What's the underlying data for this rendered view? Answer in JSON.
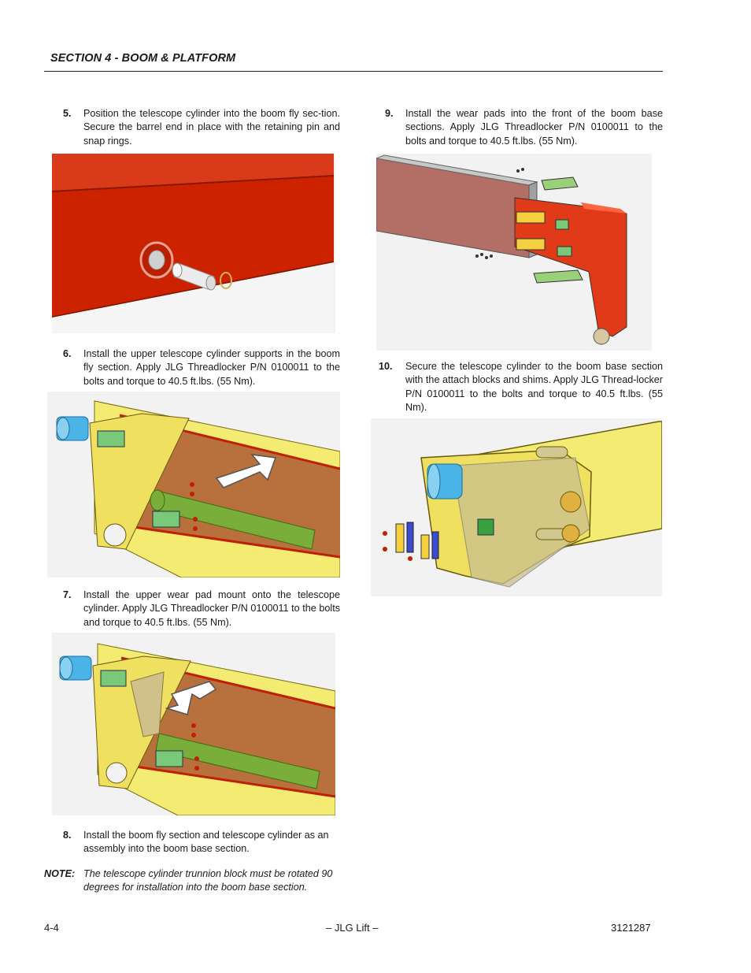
{
  "header": {
    "section": "SECTION 4 - BOOM & PLATFORM"
  },
  "steps": [
    {
      "num": "5.",
      "text": "Position the telescope cylinder into the boom fly sec-tion. Secure the barrel end in place with the retaining pin and snap rings."
    },
    {
      "num": "6.",
      "text": "Install the upper telescope cylinder supports in the boom fly section. Apply JLG Threadlocker P/N 0100011 to the bolts and torque to 40.5 ft.lbs. (55 Nm)."
    },
    {
      "num": "7.",
      "text": "Install the upper wear pad mount onto the telescope cylinder. Apply JLG Threadlocker P/N 0100011 to the bolts and torque to 40.5 ft.lbs. (55 Nm)."
    },
    {
      "num": "8.",
      "text": "Install the boom fly section and telescope cylinder as an assembly into the boom base section."
    },
    {
      "num": "9.",
      "text": "Install the wear pads into the front of the boom base sections. Apply JLG Threadlocker P/N 0100011 to the bolts and torque to 40.5 ft.lbs. (55 Nm)."
    },
    {
      "num": "10.",
      "text": "Secure the telescope cylinder to the boom base section with the attach blocks and shims. Apply JLG Thread-locker P/N 0100011 to the bolts and torque to 40.5 ft.lbs. (55 Nm)."
    }
  ],
  "note": {
    "label": "NOTE:",
    "text": "The telescope cylinder trunnion block must be rotated 90 degrees for installation into the boom base section."
  },
  "footer": {
    "page": "4-4",
    "center": "– JLG Lift –",
    "doc_number": "3121287"
  },
  "colors": {
    "boom_red": "#cc2200",
    "boom_yellow": "#f4ec72",
    "cylinder_green": "#7aae3a",
    "cylinder_blue": "#4ab4e6",
    "interior_brown": "#b8703c"
  }
}
